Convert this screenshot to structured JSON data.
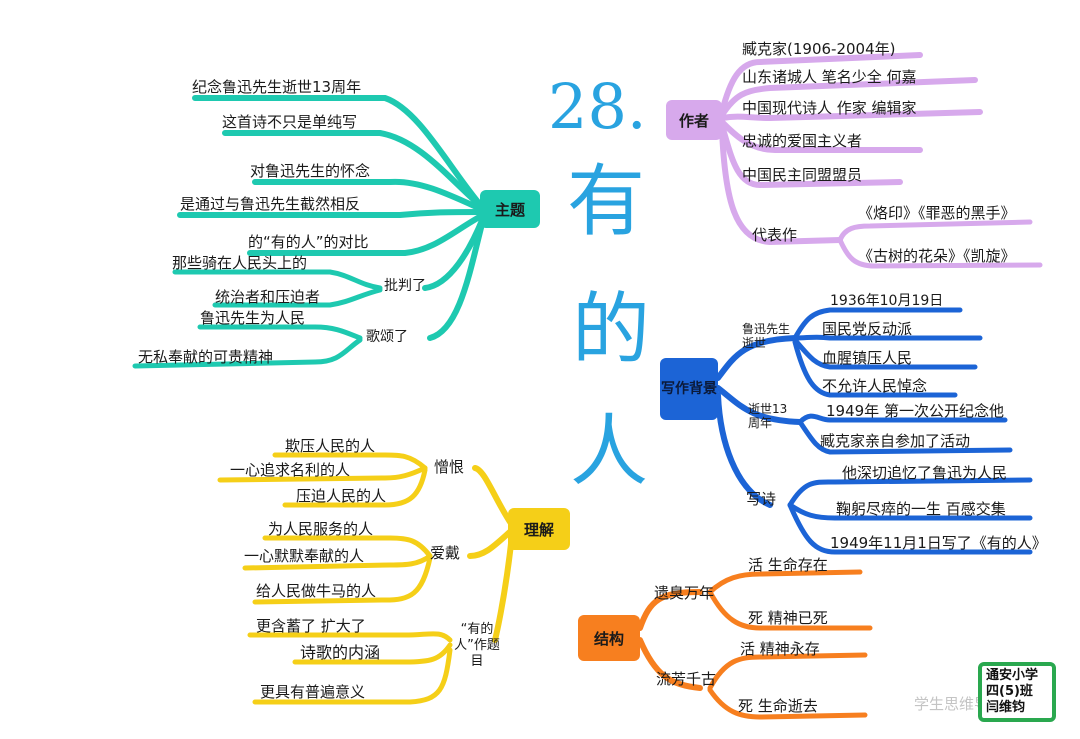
{
  "title": {
    "number": "28.",
    "chars": [
      "有",
      "的",
      "人"
    ]
  },
  "branches": {
    "theme": {
      "label": "主题",
      "items": [
        "纪念鲁迅先生逝世13周年",
        "这首诗不只是单纯写",
        "对鲁迅先生的怀念",
        "是通过与鲁迅先生截然相反",
        "的“有的人”的对比"
      ],
      "criticize": {
        "label": "批判了",
        "items": [
          "那些骑在人民头上的",
          "统治者和压迫者"
        ]
      },
      "praise": {
        "label": "歌颂了",
        "items": [
          "鲁迅先生为人民",
          "无私奉献的可贵精神"
        ]
      }
    },
    "author": {
      "label": "作者",
      "items": [
        "臧克家(1906-2004年)",
        "山东诸城人  笔名少全  何嘉",
        "中国现代诗人  作家  编辑家",
        "忠诚的爱国主义者",
        "中国民主同盟盟员"
      ],
      "works": {
        "label": "代表作",
        "items": [
          "《烙印》《罪恶的黑手》",
          "《古树的花朵》《凯旋》"
        ]
      }
    },
    "background": {
      "label": "写作背景",
      "death": {
        "label": "鲁迅先生逝世",
        "items": [
          "1936年10月19日",
          "国民党反动派",
          "血腥镇压人民",
          "不允许人民悼念"
        ]
      },
      "anniversary": {
        "label": "逝世13周年",
        "items": [
          "1949年  第一次公开纪念他",
          "臧克家亲自参加了活动"
        ]
      },
      "writing": {
        "label": "写诗",
        "items": [
          "他深切追忆了鲁迅为人民",
          "鞠躬尽瘁的一生  百感交集",
          "1949年11月1日写了《有的人》"
        ]
      }
    },
    "understanding": {
      "label": "理解",
      "hate": {
        "label": "憎恨",
        "items": [
          "欺压人民的人",
          "一心追求名利的人",
          "压迫人民的人"
        ]
      },
      "love": {
        "label": "爱戴",
        "items": [
          "为人民服务的人",
          "一心默默奉献的人",
          "给人民做牛马的人"
        ]
      },
      "topic": {
        "label": "“有的人”作题目",
        "items": [
          "更含蓄了  扩大了",
          "诗歌的内涵",
          "更具有普遍意义"
        ]
      }
    },
    "structure": {
      "label": "结构",
      "appearance": {
        "label": "遗臭万年",
        "items": [
          "活  生命存在",
          "死  精神已死"
        ]
      },
      "fame": {
        "label": "流芳千古",
        "items": [
          "活  精神永存",
          "死  生命逝去"
        ]
      }
    }
  },
  "colors": {
    "theme": "#1ec9b0",
    "author": "#d7a9ec",
    "background": "#1c64d6",
    "understanding": "#f5cf18",
    "structure": "#f77f1f",
    "title": "#29a3e0"
  },
  "watermark": "学生思维导图网",
  "badge": {
    "lines": [
      "通安小学",
      "四(5)班",
      "闫维钧"
    ]
  }
}
